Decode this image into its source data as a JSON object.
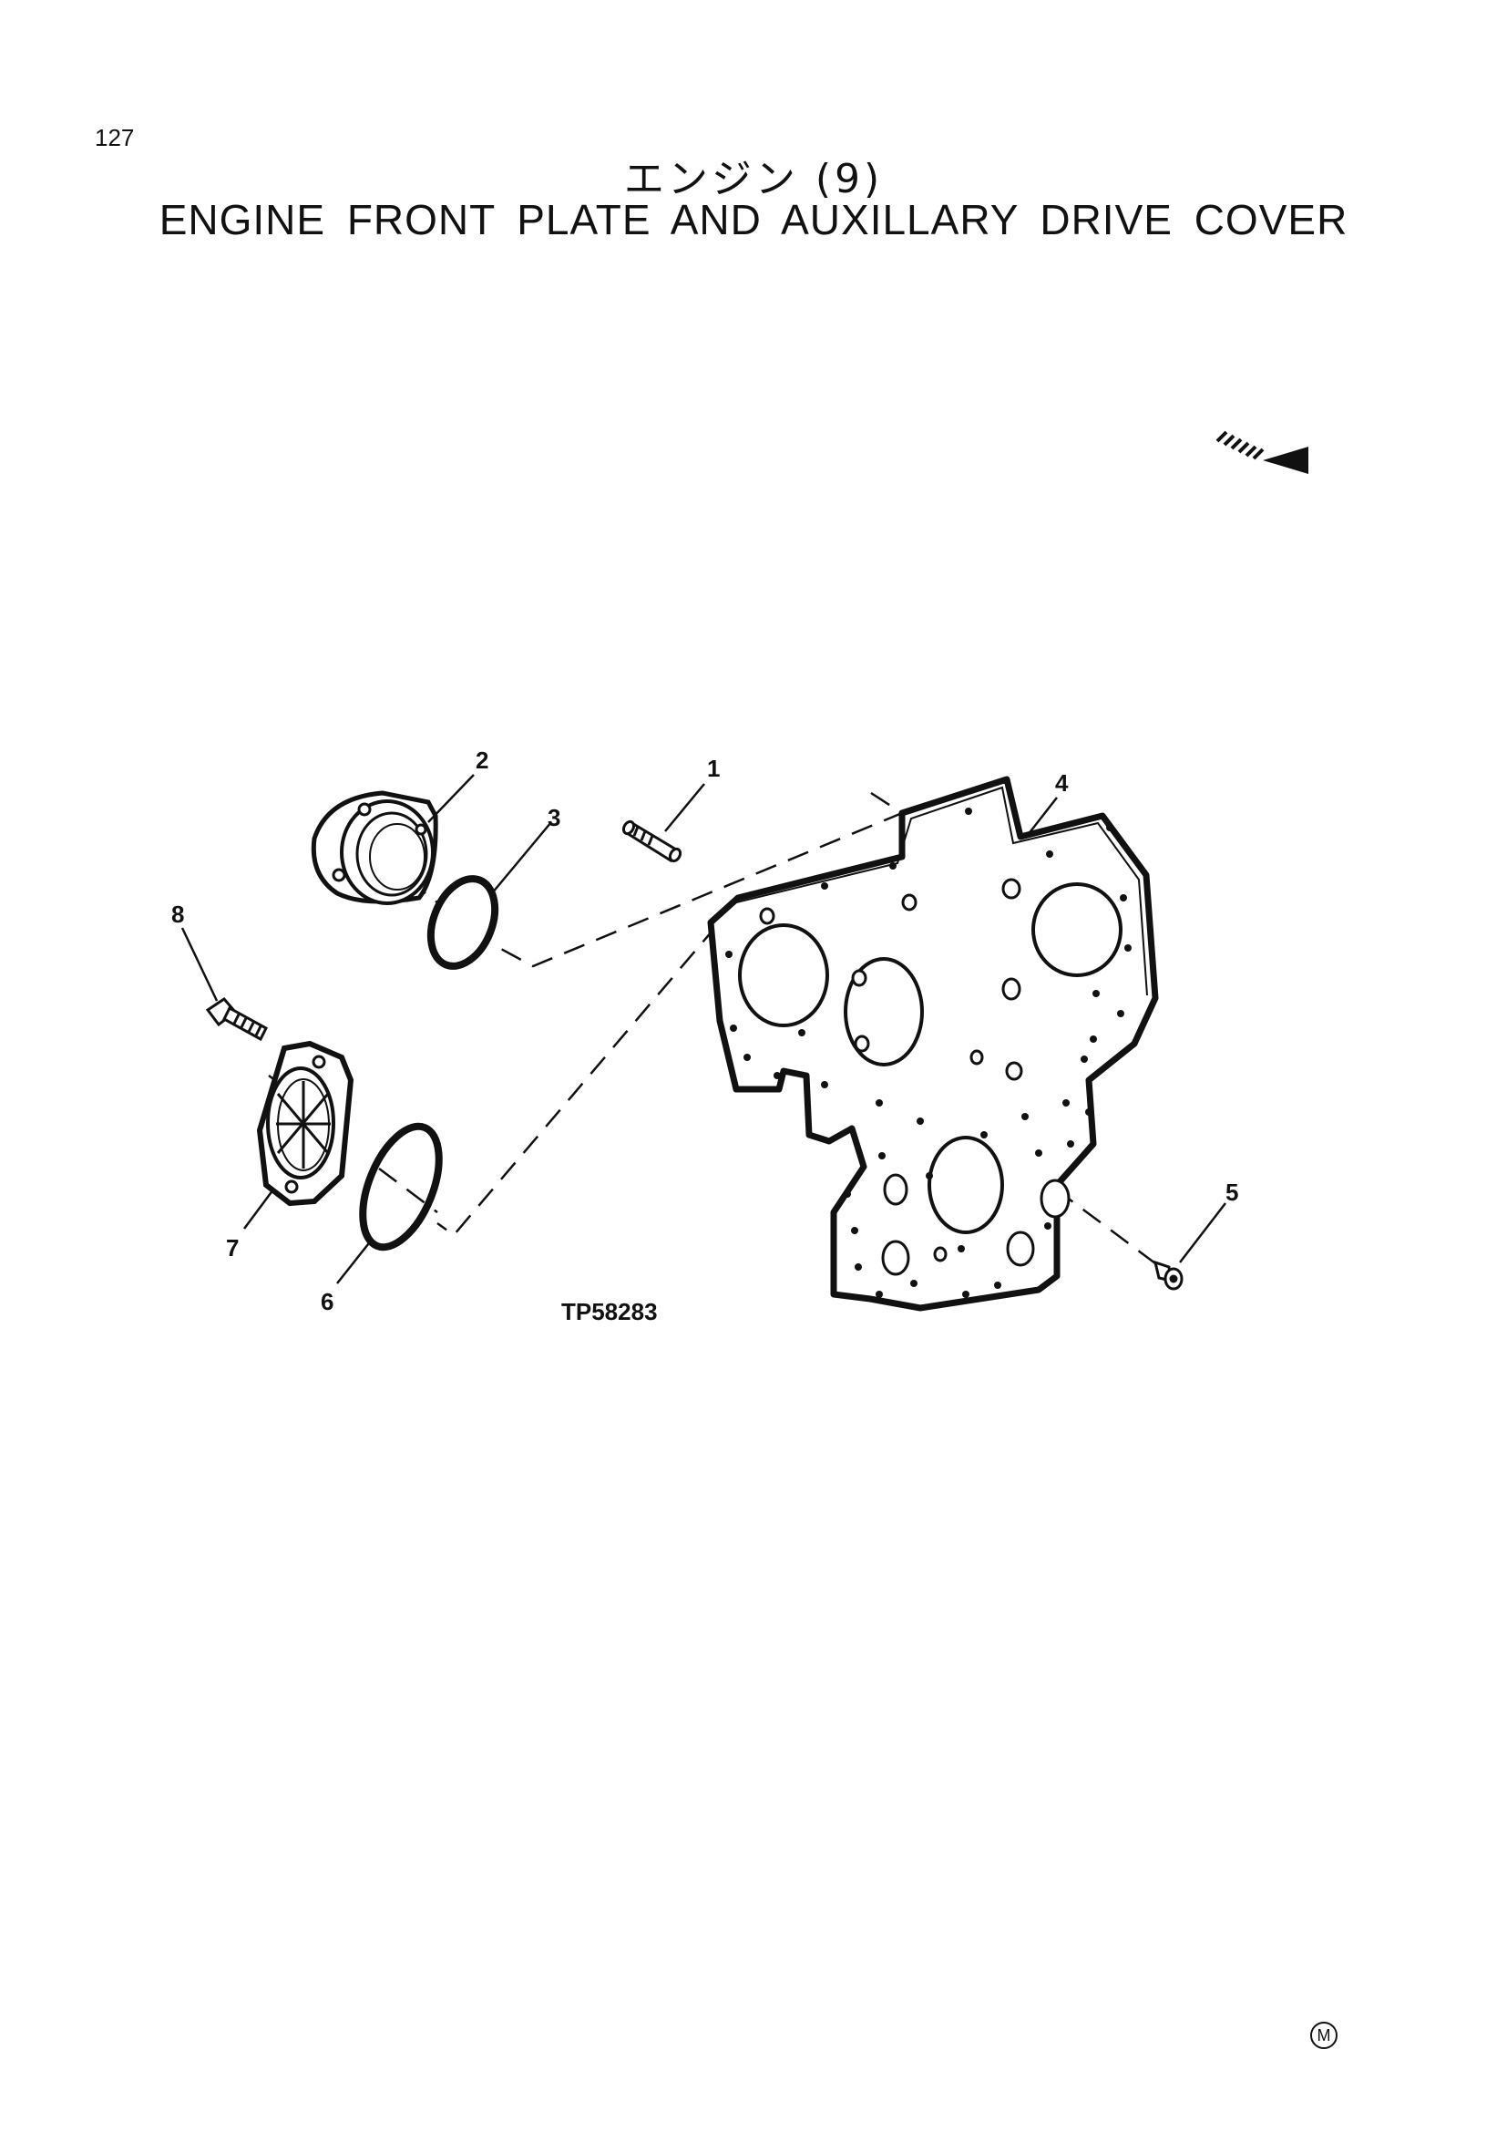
{
  "header": {
    "page_number": "127",
    "title_jp": "エンジン (9)",
    "title_en": "ENGINE FRONT PLATE AND AUXILLARY DRIVE COVER"
  },
  "diagram": {
    "reference_code": "TP58283",
    "callouts": [
      "1",
      "2",
      "3",
      "4",
      "5",
      "6",
      "7",
      "8"
    ],
    "icons": [
      "direction-arrow-icon"
    ]
  },
  "footer": {
    "mark": "M"
  }
}
